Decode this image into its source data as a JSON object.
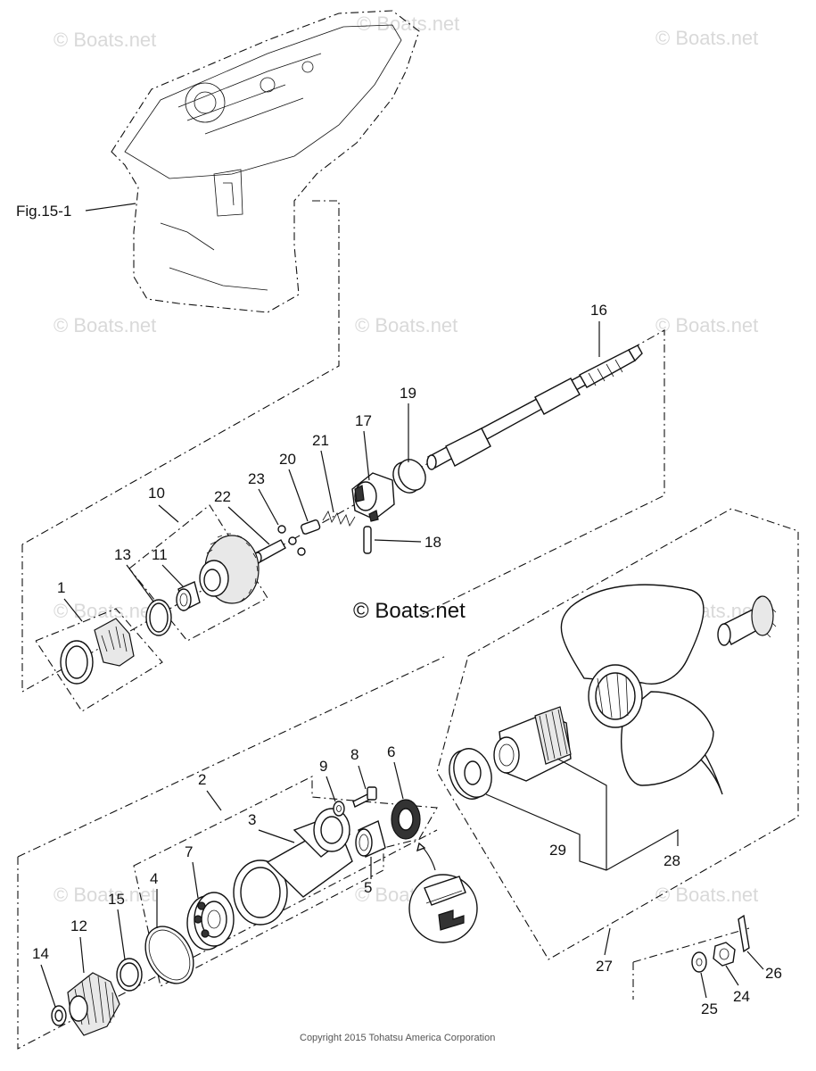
{
  "figure_ref": "Fig.15-1",
  "watermark_text": "© Boats.net",
  "center_watermark_text": "© Boats.net",
  "copyright": "Copyright 2015 Tohatsu America Corporation",
  "callouts": [
    "1",
    "2",
    "3",
    "4",
    "5",
    "6",
    "7",
    "8",
    "9",
    "10",
    "11",
    "12",
    "13",
    "14",
    "15",
    "16",
    "17",
    "18",
    "19",
    "20",
    "21",
    "22",
    "23",
    "24",
    "25",
    "26",
    "27",
    "28",
    "29"
  ],
  "colors": {
    "line": "#111111",
    "watermark": "#d9d9d9",
    "background": "#ffffff"
  }
}
